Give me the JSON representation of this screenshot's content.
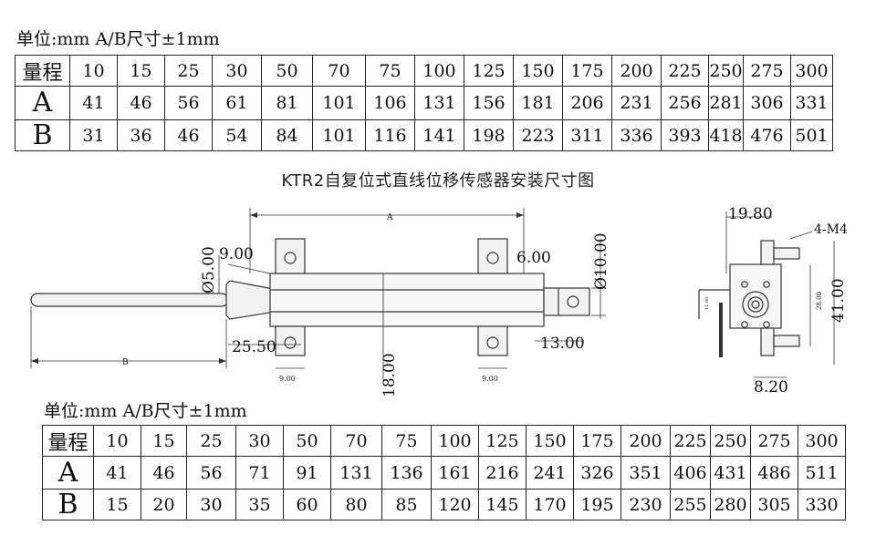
{
  "top": {
    "unit_label": "单位:mm A/B尺寸±1mm",
    "row_labels": [
      "量程",
      "A",
      "B"
    ],
    "range": [
      "10",
      "15",
      "25",
      "30",
      "50",
      "70",
      "75",
      "100",
      "125",
      "150",
      "175",
      "200",
      "225",
      "250",
      "275",
      "300"
    ],
    "a": [
      "41",
      "46",
      "56",
      "61",
      "81",
      "101",
      "106",
      "131",
      "156",
      "181",
      "206",
      "231",
      "256",
      "281",
      "306",
      "331"
    ],
    "b": [
      "31",
      "36",
      "46",
      "54",
      "84",
      "101",
      "116",
      "141",
      "198",
      "223",
      "311",
      "336",
      "393",
      "418",
      "476",
      "501"
    ]
  },
  "drawing": {
    "title": "KTR2自复位式直线位移传感器安装尺寸图",
    "dims": {
      "a": "A",
      "b": "B",
      "d9_top": "9.00",
      "d5": "Ø5.00",
      "d6": "6.00",
      "d10": "Ø10.00",
      "d25_5": "25.50",
      "d13": "13.00",
      "d9_left": "9.00",
      "d9_right": "9.00",
      "d18": "18.00",
      "d19_8": "19.80",
      "d4m4": "4-M4",
      "d28": "28.00",
      "d41": "41.00",
      "d8_2": "8.20",
      "d_small": "11.60"
    }
  },
  "bottom": {
    "unit_label": "单位:mm A/B尺寸±1mm",
    "row_labels": [
      "量程",
      "A",
      "B"
    ],
    "range": [
      "10",
      "15",
      "25",
      "30",
      "50",
      "70",
      "75",
      "100",
      "125",
      "150",
      "175",
      "200",
      "225",
      "250",
      "275",
      "300"
    ],
    "a": [
      "41",
      "46",
      "56",
      "71",
      "91",
      "131",
      "136",
      "161",
      "216",
      "241",
      "326",
      "351",
      "406",
      "431",
      "486",
      "511"
    ],
    "b": [
      "15",
      "20",
      "30",
      "35",
      "60",
      "80",
      "85",
      "120",
      "145",
      "170",
      "195",
      "230",
      "255",
      "280",
      "305",
      "330"
    ]
  },
  "colors": {
    "line": "#333333",
    "fill": "#f2f2f2",
    "text": "#111111"
  }
}
